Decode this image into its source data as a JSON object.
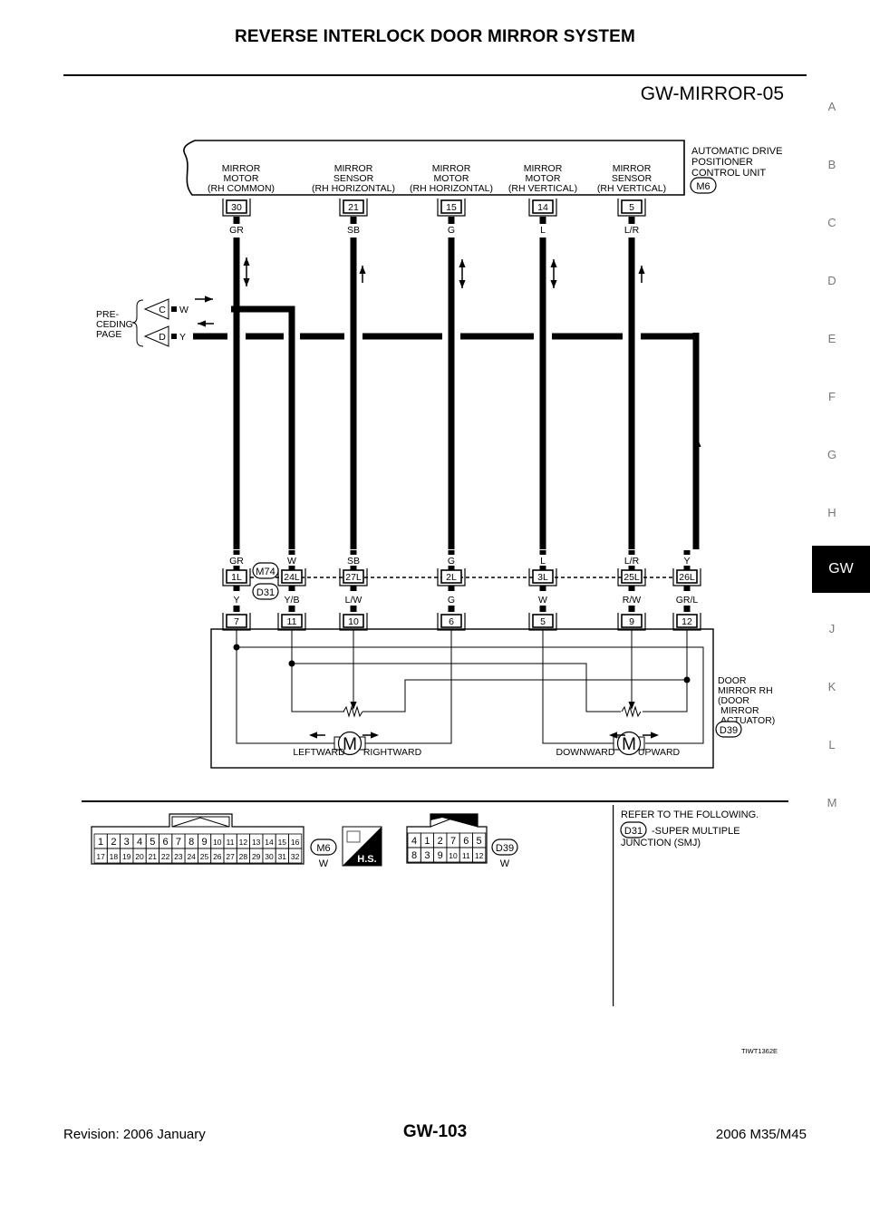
{
  "header": {
    "title": "REVERSE INTERLOCK DOOR MIRROR SYSTEM",
    "diagram_id": "GW-MIRROR-05"
  },
  "section_tabs": [
    "A",
    "B",
    "C",
    "D",
    "E",
    "F",
    "G",
    "H",
    "GW",
    "J",
    "K",
    "L",
    "M"
  ],
  "active_tab": "GW",
  "control_unit": {
    "name": [
      "AUTOMATIC DRIVE",
      "POSITIONER",
      "CONTROL UNIT"
    ],
    "connector": "M6",
    "pins": [
      {
        "pin": "30",
        "color": "GR",
        "label": [
          "MIRROR",
          "MOTOR",
          "(RH COMMON)"
        ]
      },
      {
        "pin": "21",
        "color": "SB",
        "label": [
          "MIRROR",
          "SENSOR",
          "(RH HORIZONTAL)"
        ]
      },
      {
        "pin": "15",
        "color": "G",
        "label": [
          "MIRROR",
          "MOTOR",
          "(RH HORIZONTAL)"
        ]
      },
      {
        "pin": "14",
        "color": "L",
        "label": [
          "MIRROR",
          "MOTOR",
          "(RH VERTICAL)"
        ]
      },
      {
        "pin": "5",
        "color": "L/R",
        "label": [
          "MIRROR",
          "SENSOR",
          "(RH VERTICAL)"
        ]
      }
    ]
  },
  "preceding_page": {
    "label": [
      "PRE-",
      "CEDING",
      "PAGE"
    ],
    "refs": [
      {
        "id": "C",
        "color": "W"
      },
      {
        "id": "D",
        "color": "Y"
      }
    ]
  },
  "junction": {
    "connectors": [
      "M74",
      "D31"
    ],
    "pins": [
      {
        "top_color": "GR",
        "pin": "1L",
        "bottom_color": "Y",
        "mirror_pin": "7"
      },
      {
        "top_color": "W",
        "pin": "24L",
        "bottom_color": "Y/B",
        "mirror_pin": "11"
      },
      {
        "top_color": "SB",
        "pin": "27L",
        "bottom_color": "L/W",
        "mirror_pin": "10"
      },
      {
        "top_color": "G",
        "pin": "2L",
        "bottom_color": "G",
        "mirror_pin": "6"
      },
      {
        "top_color": "L",
        "pin": "3L",
        "bottom_color": "W",
        "mirror_pin": "5"
      },
      {
        "top_color": "L/R",
        "pin": "25L",
        "bottom_color": "R/W",
        "mirror_pin": "9"
      },
      {
        "top_color": "Y",
        "pin": "26L",
        "bottom_color": "GR/L",
        "mirror_pin": "12"
      }
    ]
  },
  "actuator": {
    "name": [
      "DOOR",
      "MIRROR RH",
      "(DOOR",
      "MIRROR",
      "ACTUATOR)"
    ],
    "connector": "D39",
    "motor_symbol": "M",
    "directions": [
      "LEFTWARD",
      "RIGHTWARD",
      "DOWNWARD",
      "UPWARD"
    ]
  },
  "connector_views": {
    "m6": {
      "id": "M6",
      "color": "W",
      "rows": [
        [
          "1",
          "2",
          "3",
          "4",
          "5",
          "6",
          "7",
          "8",
          "9",
          "10",
          "11",
          "12",
          "13",
          "14",
          "15",
          "16"
        ],
        [
          "17",
          "18",
          "19",
          "20",
          "21",
          "22",
          "23",
          "24",
          "25",
          "26",
          "27",
          "28",
          "29",
          "30",
          "31",
          "32"
        ]
      ]
    },
    "hs_label": "H.S.",
    "d39": {
      "id": "D39",
      "color": "W",
      "rows": [
        [
          "4",
          "1",
          "2",
          "7",
          "6",
          "5"
        ],
        [
          "8",
          "3",
          "9",
          "10",
          "11",
          "12"
        ]
      ]
    }
  },
  "refer": {
    "title": "REFER TO THE FOLLOWING.",
    "connector": "D31",
    "text1": "-SUPER MULTIPLE",
    "text2": "JUNCTION (SMJ)"
  },
  "image_code": "TIWT1362E",
  "footer": {
    "revision": "Revision: 2006 January",
    "page": "GW-103",
    "model": "2006 M35/M45"
  }
}
